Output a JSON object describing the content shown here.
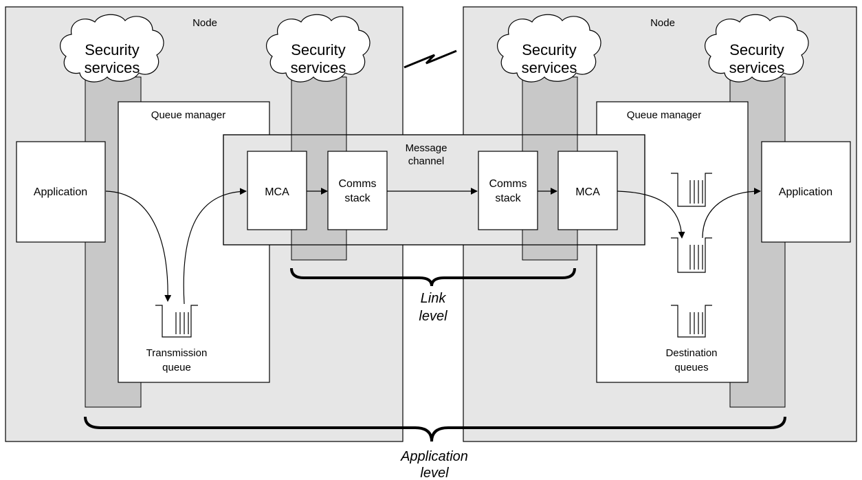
{
  "nodes": {
    "left": {
      "label": "Node"
    },
    "right": {
      "label": "Node"
    }
  },
  "security": {
    "line1": "Security",
    "line2": "services"
  },
  "queue_manager": {
    "left": "Queue manager",
    "right": "Queue manager"
  },
  "application": {
    "left": "Application",
    "right": "Application"
  },
  "message_channel": {
    "line1": "Message",
    "line2": "channel"
  },
  "mca": {
    "left": "MCA",
    "right": "MCA"
  },
  "comms_stack": {
    "line1": "Comms",
    "line2": "stack"
  },
  "transmission_queue": {
    "line1": "Transmission",
    "line2": "queue"
  },
  "destination_queues": {
    "line1": "Destination",
    "line2": "queues"
  },
  "link_level": {
    "line1": "Link",
    "line2": "level"
  },
  "application_level": {
    "line1": "Application",
    "line2": "level"
  },
  "colors": {
    "node_fill": "#e6e6e6",
    "security_column": "#c8c8c8",
    "box_fill": "#ffffff",
    "stroke": "#000000"
  }
}
